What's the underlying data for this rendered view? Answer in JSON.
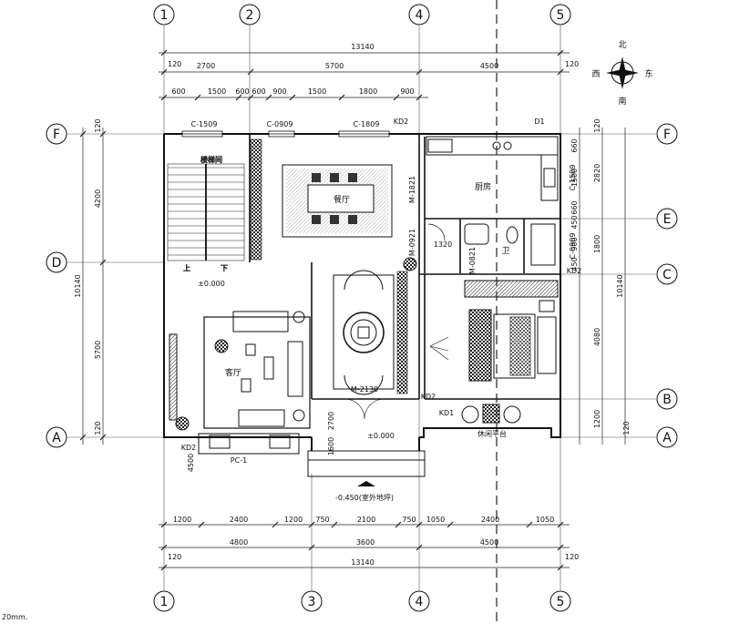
{
  "axes_top": [
    "1",
    "2",
    "4",
    "5"
  ],
  "axes_bottom": [
    "1",
    "3",
    "4",
    "5"
  ],
  "axes_left": [
    "F",
    "D",
    "A"
  ],
  "axes_right": [
    "F",
    "E",
    "C",
    "B",
    "A"
  ],
  "top_dims": {
    "total": "13140",
    "row2": [
      "120",
      "2700",
      "5700",
      "4500",
      "120"
    ],
    "row3": [
      "600",
      "1500",
      "600",
      "600",
      "900",
      "1500",
      "1800",
      "900"
    ]
  },
  "bottom_dims": {
    "total": "13140",
    "row2": [
      "120",
      "4800",
      "3600",
      "4500",
      "120"
    ],
    "row1": [
      "1200",
      "2400",
      "1200",
      "750",
      "2100",
      "750",
      "1050",
      "2400",
      "1050"
    ]
  },
  "left_dims": {
    "total": "10140",
    "parts": [
      "120",
      "4200",
      "5700",
      "120"
    ]
  },
  "right_dims": {
    "total": "10140",
    "inner": [
      "660",
      "1500",
      "660",
      "450",
      "900",
      "450",
      "1200",
      "120"
    ],
    "mid": [
      "120",
      "2820",
      "1800",
      "4080",
      "1200",
      "120"
    ]
  },
  "window_labels": [
    "C-1509",
    "C-0909",
    "C-1809",
    "KD2",
    "D1"
  ],
  "rooms": {
    "stair": "楼梯间",
    "dining": "餐厅",
    "kitchen": "厨房",
    "living": "客厅",
    "bath": "卫",
    "terrace": "休闲平台",
    "porch": "PC-1"
  },
  "tags": {
    "m1821": "M-1821",
    "m0921": "M-0921",
    "m0821": "M-0821",
    "m2130": "M-2130",
    "c1509r": "C-1509",
    "c0909r": "C-0909",
    "kd2a": "KD2",
    "kd2b": "KD2",
    "kd1": "KD1",
    "kd2c": "KD2",
    "d1320": "1320",
    "up": "上",
    "down": "下",
    "lvl1": "±0.000",
    "lvl2": "±0.000",
    "d2700": "2700",
    "d1600": "1600",
    "d4500": "4500"
  },
  "outdoor_level": "-0.450(室外地坪)",
  "compass": {
    "north": "北",
    "south": "南",
    "east": "东",
    "west": "西"
  },
  "note": "20mm."
}
